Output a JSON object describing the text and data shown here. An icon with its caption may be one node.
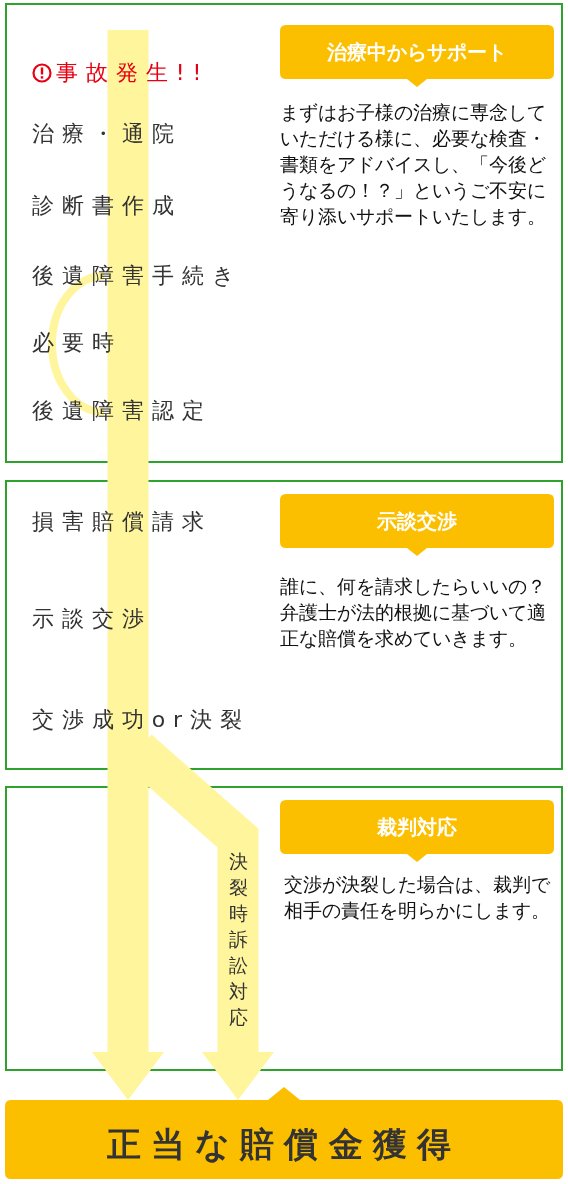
{
  "diagram": {
    "nodes": [
      {
        "text": [],
        "shape": "box"
      },
      {
        "text": [
          "治療中からサポート"
        ],
        "in": 0,
        "beside": [
          "まずはお子様の治療に専念していただける様に、必要な検査・書類をアドバイスし、「今後どうなるの！？」というご不安に寄り添いサポートいたします。"
        ]
      },
      {
        "text": [],
        "shape": "box"
      },
      {
        "text": [
          "示談交渉"
        ],
        "in": 2,
        "beside": [
          "誰に、何を請求したらいいの？弁護士が法的根拠に基づいて適正な賠償を求めていきます。"
        ]
      },
      {
        "text": [],
        "shape": "box"
      },
      {
        "text": [
          "裁判対応"
        ],
        "in": 4,
        "beside": [
          "交渉が決裂した場合は、裁判で相手の責任を明らかにします。"
        ]
      },
      {
        "text": [
          "正当な賠償金獲得"
        ]
      }
    ],
    "edges": [
      {
        "from": null,
        "to": 6,
        "arrow": "to"
      },
      {
        "from": null,
        "to": 6,
        "arrow": "to",
        "label": "決裂時訴訟対応"
      }
    ],
    "labels": [
      "事故発生!!",
      "治療・通院",
      "診断書作成",
      "後遺障害手続き",
      "必要時",
      "後遺障害認定",
      "損害賠償請求",
      "示談交渉",
      "交渉成功or決裂"
    ]
  }
}
